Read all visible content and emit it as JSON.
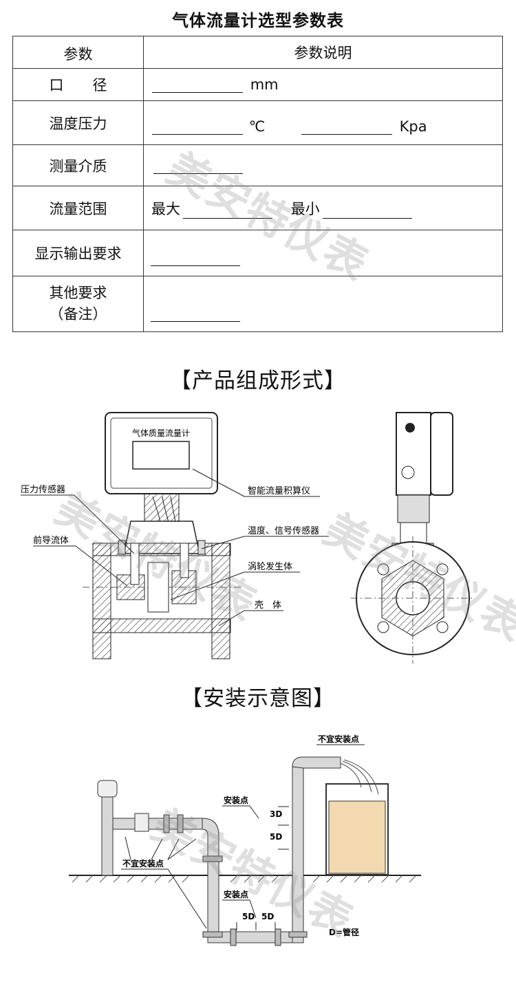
{
  "title": "气体流量计选型参数表",
  "table": {
    "header": {
      "param": "参数",
      "desc": "参数说明"
    },
    "rows": {
      "diameter": {
        "label": "口　　径",
        "unit": "mm"
      },
      "temp_pressure": {
        "label": "温度压力",
        "unit1": "℃",
        "unit2": "Kpa"
      },
      "medium": {
        "label": "测量介质"
      },
      "flow_range": {
        "label": "流量范围",
        "max": "最大",
        "min": "最小"
      },
      "display_output": {
        "label": "显示输出要求"
      },
      "other": {
        "label_line1": "其他要求",
        "label_line2": "（备注）"
      }
    }
  },
  "section1": {
    "title": "【产品组成形式】",
    "device_label": "气体质量流量计",
    "callouts": {
      "pressure_sensor": "压力传感器",
      "integrator": "智能流量积算仪",
      "pre_flow": "前导流体",
      "temp_signal": "温度、信号传感器",
      "vortex": "涡轮发生体",
      "shell": "壳　体"
    }
  },
  "section2": {
    "title": "【安装示意图】",
    "labels": {
      "not_suitable_top": "不宜安装点",
      "install_point_1": "安装点",
      "d3": "3D",
      "d5": "5D",
      "not_suitable_left": "不宜安装点",
      "install_point_2": "安装点",
      "d5a": "5D",
      "d5b": "5D",
      "d_note": "D=管径"
    }
  },
  "watermark": "美安特仪表"
}
